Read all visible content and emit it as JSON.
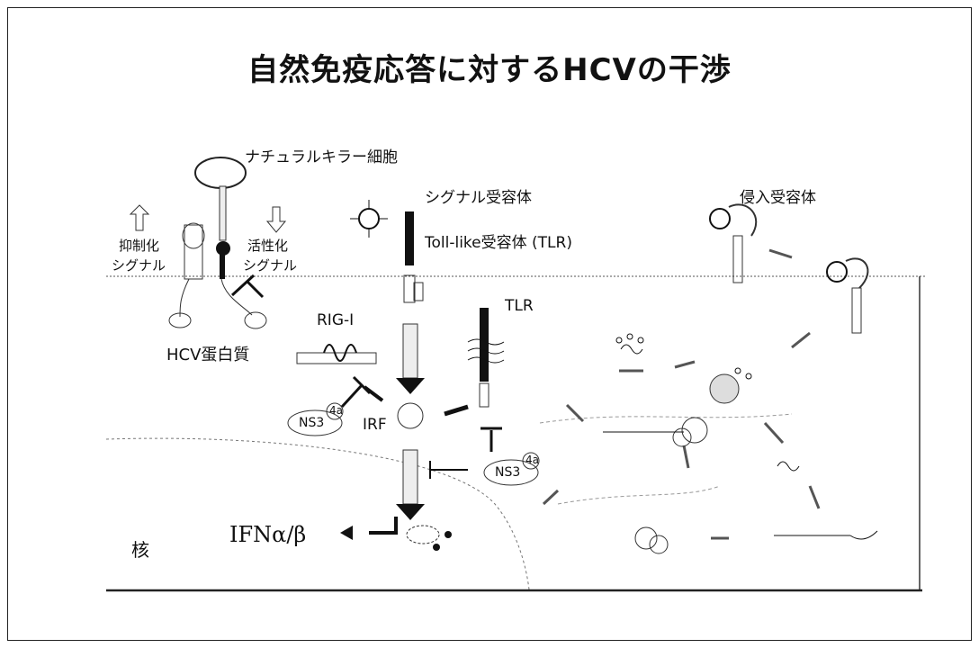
{
  "title": "自然免疫応答に対するHCVの干渉",
  "labels": {
    "nk_cell": "ナチュラルキラー細胞",
    "signal_receptor": "シグナル受容体",
    "tlr_long": "Toll-like受容体 (TLR)",
    "entry_receptor": "侵入受容体",
    "inhibit_1": "抑制化",
    "inhibit_2": "シグナル",
    "activate_1": "活性化",
    "activate_2": "シグナル",
    "rig_i": "RIG-I",
    "tlr_short": "TLR",
    "hcv_protein": "HCV蛋白質",
    "ns3_a": "NS3",
    "ns4a_a": "4a",
    "irf": "IRF",
    "ns3_b": "NS3",
    "ns4a_b": "4a",
    "nucleus": "核",
    "ifn": "IFNα/β"
  }
}
